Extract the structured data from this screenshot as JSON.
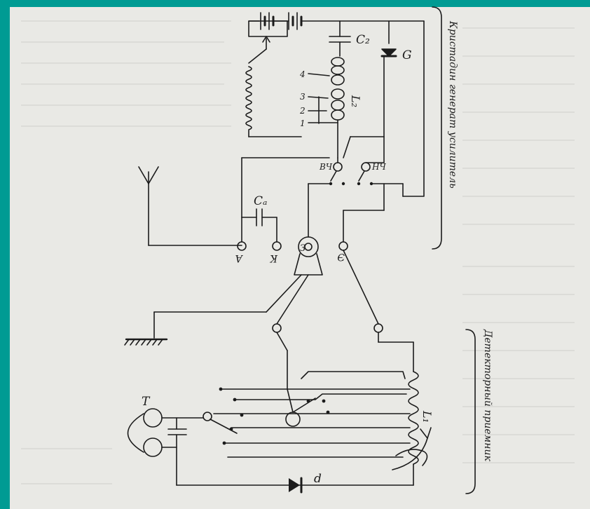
{
  "colors": {
    "frame": "#009b93",
    "paper": "#e9e9e5",
    "ink": "#1b1b1b"
  },
  "labels": {
    "c2": "C₂",
    "g": "G",
    "l2": "L₂",
    "tap4": "4",
    "tap3": "3",
    "tap2": "2",
    "tap1": "1",
    "sw1": "ВЧ",
    "sw2": "НЧ",
    "ca": "Cₐ",
    "a": "А",
    "k": "К",
    "z": "З",
    "e": "Э",
    "t": "Т",
    "l1": "L₁",
    "d": "d"
  },
  "side_labels": {
    "upper": "Кристадин генерат усилитель",
    "lower": "Детекторный приемник"
  }
}
